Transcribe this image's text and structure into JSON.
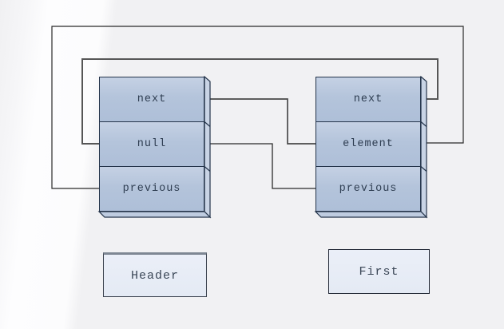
{
  "diagram": {
    "description": "Doubly linked list structure with a Header node and a First node connected by next/previous pointer lines",
    "nodes": {
      "header": {
        "cells": [
          "next",
          "null",
          "previous"
        ],
        "caption": "Header"
      },
      "first": {
        "cells": [
          "next",
          "element",
          "previous"
        ],
        "caption": "First"
      }
    },
    "connectors": [
      "header-next-to-first",
      "first-previous-to-header",
      "inner-loop-first-next-to-header",
      "outer-loop-header-previous-to-first"
    ],
    "colors": {
      "node_fill": "#b7c6dd",
      "node_side_fill": "#c9d4e5",
      "node_bottom_fill": "#bfcce0",
      "node_border": "#24344a",
      "caption_fill": "#e9edf6",
      "text": "#2e3d51",
      "line_dark": "#2a2a2a",
      "line_gray": "#555555",
      "background": "#f1f1f3"
    }
  }
}
